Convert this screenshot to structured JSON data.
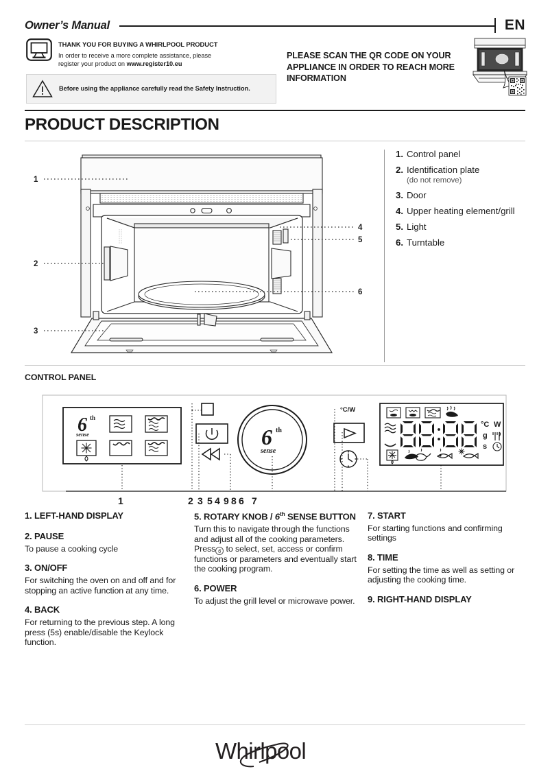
{
  "header": {
    "manual_title": "Owner’s Manual",
    "language_code": "EN"
  },
  "thanks": {
    "icon": "monitor-icon",
    "title": "THANK YOU FOR BUYING A WHIRLPOOL PRODUCT",
    "body_line1": "In order to receive a more complete assistance, please",
    "body_line2_prefix": "register your product on ",
    "body_url": "www.register10.eu"
  },
  "safety": {
    "icon": "warning-triangle-icon",
    "text": "Before using the appliance carefully read the Safety Instruction."
  },
  "qr": {
    "text": "PLEASE SCAN THE QR CODE ON YOUR APPLIANCE IN ORDER TO REACH MORE INFORMATION",
    "illustration": "oven-with-qr-code-illustration"
  },
  "sections": {
    "product_description_title": "PRODUCT DESCRIPTION",
    "control_panel_title": "CONTROL PANEL"
  },
  "diagram": {
    "callout_labels": [
      "1",
      "2",
      "3",
      "4",
      "5",
      "6"
    ],
    "legend": [
      {
        "num": "1.",
        "label": "Control panel",
        "sub": ""
      },
      {
        "num": "2.",
        "label": "Identification plate",
        "sub": "(do not remove)"
      },
      {
        "num": "3.",
        "label": "Door",
        "sub": ""
      },
      {
        "num": "4.",
        "label": "Upper heating element/grill",
        "sub": ""
      },
      {
        "num": "5.",
        "label": "Light",
        "sub": ""
      },
      {
        "num": "6.",
        "label": "Turntable",
        "sub": ""
      }
    ]
  },
  "control_panel": {
    "left_display_label": "1",
    "callout_cluster": "2 3 5 4 9 8 6   7",
    "unit_label": "°C/W",
    "left_display_icons": [
      "6th-sense-icon",
      "microwave-waves-icon",
      "grill-plus-microwave-icon",
      "defrost-snowflake-icon",
      "grill-icon",
      "grill-combi-icon"
    ],
    "buttons": {
      "pause_icon": "pause-square-icon",
      "onoff_icon": "power-icon",
      "back_icon": "back-double-arrow-icon",
      "knob_label_number": "6",
      "knob_label_sup": "th",
      "knob_label_word": "sense",
      "start_icon": "play-triangle-icon",
      "time_icon": "clock-icon"
    },
    "lcd": {
      "digits": "88:88",
      "units_col1": [
        "°C",
        "g",
        "s"
      ],
      "units_col2": [
        "W",
        "cutlery-icon",
        "clock-icon"
      ],
      "top_icons": [
        "crisp-bottom-icon",
        "crisp-top-icon",
        "grill-combi-icon",
        "steam-icon"
      ],
      "left_icons": [
        "microwave-waves-icon",
        "bottom-heat-icon"
      ],
      "bottom_icons": [
        "defrost-icon",
        "meat-icon",
        "poultry-icon",
        "fish-icon",
        "frozen-fish-icon"
      ]
    }
  },
  "descriptions": [
    {
      "number": "1.",
      "title": "LEFT-HAND DISPLAY",
      "body": ""
    },
    {
      "number": "2.",
      "title": "PAUSE",
      "body": "To pause a cooking cycle"
    },
    {
      "number": "3.",
      "title": "ON/OFF",
      "body": "For switching the oven on and off and for stopping an active function at any time."
    },
    {
      "number": "4.",
      "title": "BACK",
      "body": "For returning to the previous step. A long press (5s) enable/disable the Keylock function."
    },
    {
      "number": "5.",
      "title_part1": "ROTARY KNOB / ",
      "title_italic": "6",
      "title_sup": "th",
      "title_part2": " SENSE BUTTON",
      "body_before_icon": "Turn this to navigate through the functions and adjust all of the cooking parameters. Press",
      "body_after_icon": "to select, set, access or confirm functions or parameters and eventually start the cooking program."
    },
    {
      "number": "6.",
      "title": "POWER",
      "body": "To adjust the grill level or microwave power."
    },
    {
      "number": "7.",
      "title": "START",
      "body": "For starting functions and confirming settings"
    },
    {
      "number": "8.",
      "title": "TIME",
      "body": "For setting the time as well as setting or adjusting the cooking time."
    },
    {
      "number": "9.",
      "title": "RIGHT-HAND DISPLAY",
      "body": ""
    }
  ],
  "footer": {
    "brand": "Whirlpool"
  },
  "colors": {
    "ink": "#1a1a1a",
    "rule_light": "#c9c9c9",
    "safety_bg": "#f2f2f2",
    "safety_border": "#d5d5d5"
  }
}
